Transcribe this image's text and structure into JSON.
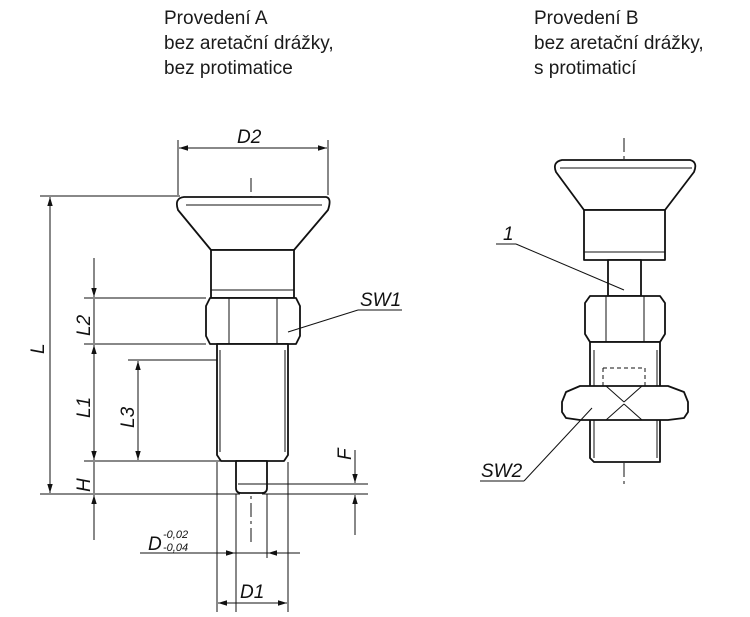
{
  "variant_a": {
    "line1": "Provedení A",
    "line2": "bez aretační drážky,",
    "line3": "bez protimatice"
  },
  "variant_b": {
    "line1": "Provedení B",
    "line2": "bez aretační drážky,",
    "line3": "s protimaticí"
  },
  "dims": {
    "D2": "D2",
    "L": "L",
    "L1": "L1",
    "L2": "L2",
    "L3": "L3",
    "H": "H",
    "F": "F",
    "D": "D",
    "D_tol_upper": "-0,02",
    "D_tol_lower": "-0,04",
    "D1": "D1",
    "SW1": "SW1",
    "SW2": "SW2",
    "ref1": "1"
  }
}
